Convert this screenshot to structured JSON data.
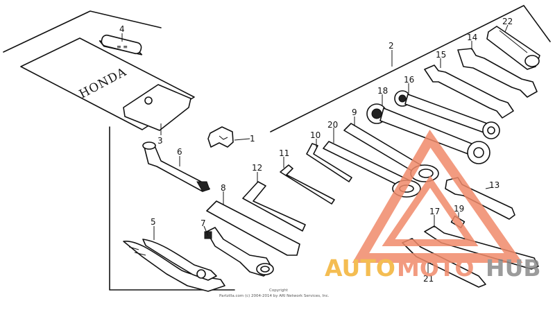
{
  "brand_text": "HONDA",
  "callouts": {
    "c1": "1",
    "c2": "2",
    "c3": "3",
    "c4": "4",
    "c5": "5",
    "c6": "6",
    "c7": "7",
    "c8": "8",
    "c9": "9",
    "c10": "10",
    "c11": "11",
    "c12": "12",
    "c13": "13",
    "c14": "14",
    "c15": "15",
    "c16": "16",
    "c17": "17",
    "c18": "18",
    "c19": "19",
    "c20": "20",
    "c21": "21",
    "c22": "22"
  },
  "copyright": {
    "line1": "Copyright",
    "line2": "Partzilla.com (c) 2004-2014 by ARI Network Services, Inc."
  },
  "watermark": {
    "part1": "AUTO",
    "part2": "MOTO",
    "part3": "HUB",
    "color_primary": "#f08a6a",
    "color_secondary": "#f3b234",
    "color_tertiary": "#8a8a8a"
  }
}
